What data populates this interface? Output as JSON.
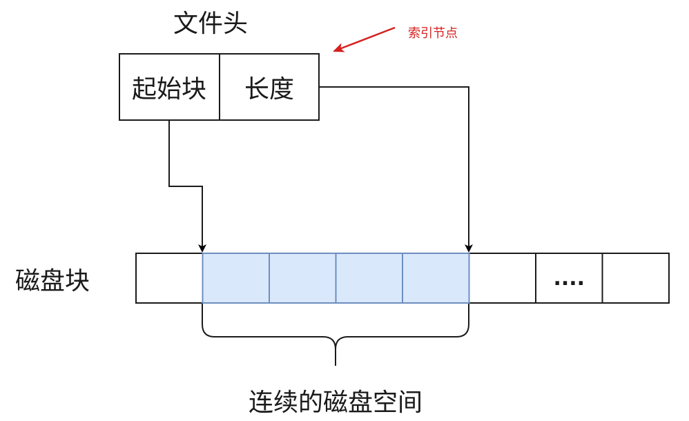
{
  "header": {
    "title": "文件头",
    "fields": [
      {
        "label": "起始块"
      },
      {
        "label": "长度"
      }
    ]
  },
  "annotation": {
    "text": "索引节点",
    "color": "#d61f1f"
  },
  "disk": {
    "label": "磁盘块",
    "blocks": [
      {
        "text": "",
        "highlighted": false
      },
      {
        "text": "",
        "highlighted": true
      },
      {
        "text": "",
        "highlighted": true
      },
      {
        "text": "",
        "highlighted": true
      },
      {
        "text": "",
        "highlighted": true
      },
      {
        "text": "",
        "highlighted": false
      },
      {
        "text": "....",
        "highlighted": false
      },
      {
        "text": "",
        "highlighted": false
      }
    ],
    "highlight_fill": "#dae8fc",
    "highlight_stroke": "#6c8ebf"
  },
  "brace": {
    "label": "连续的磁盘空间"
  }
}
